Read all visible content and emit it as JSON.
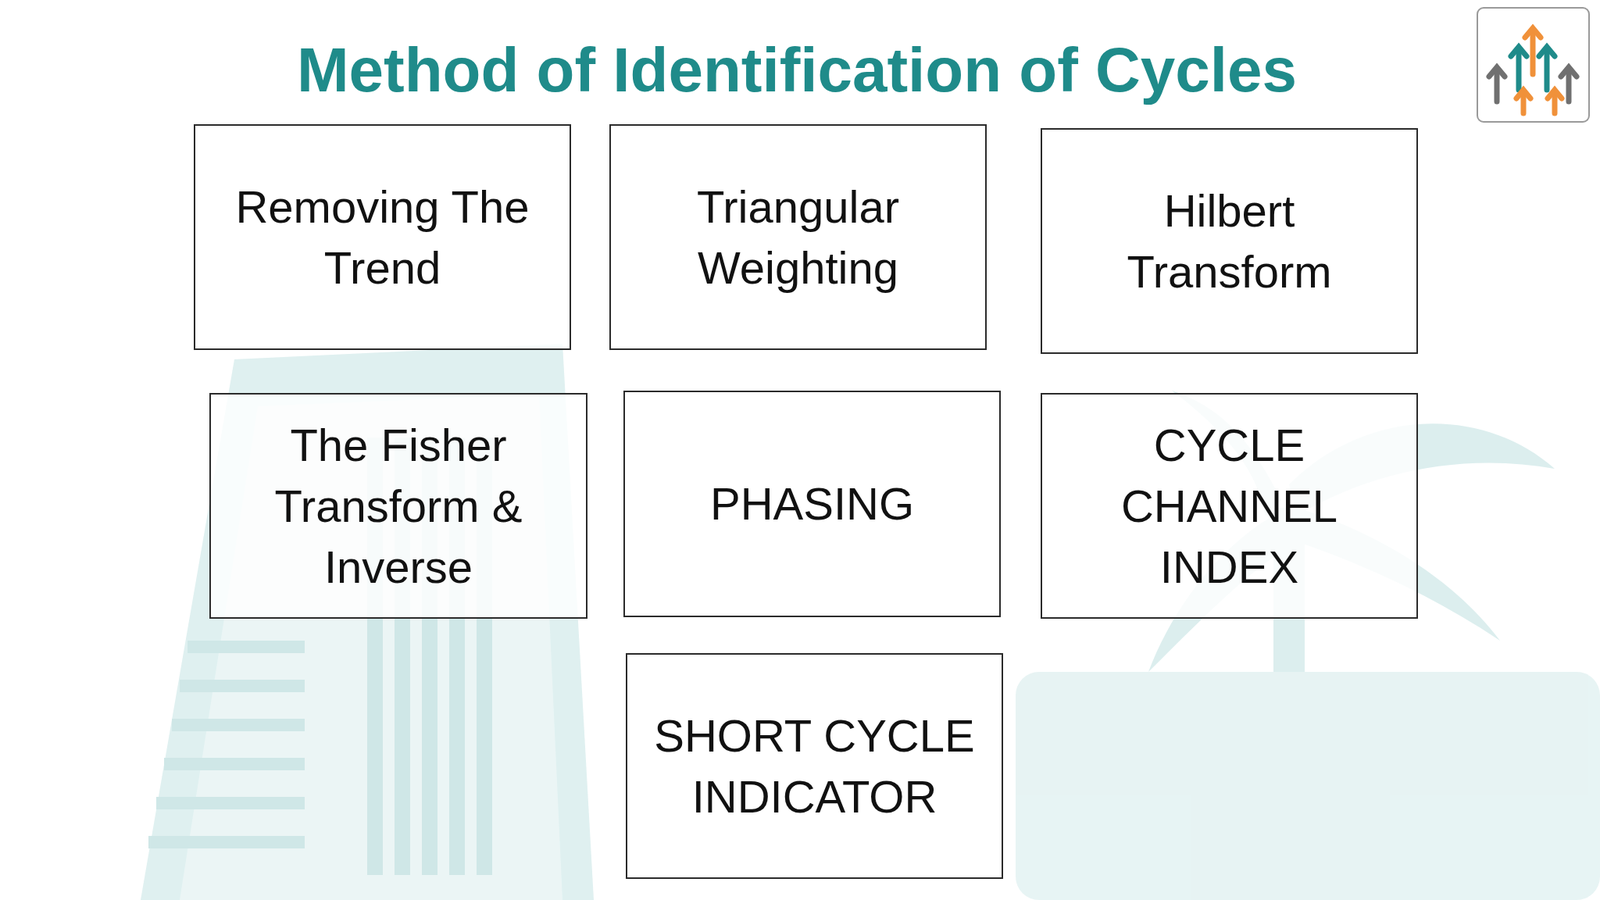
{
  "diagram": {
    "title": "Method of Identification of Cycles",
    "nodes": [
      {
        "text": [
          "Removing The Trend"
        ]
      },
      {
        "text": [
          "Triangular Weighting"
        ]
      },
      {
        "text": [
          "Hilbert Transform"
        ]
      },
      {
        "text": [
          "The Fisher Transform & Inverse"
        ]
      },
      {
        "text": [
          "PHASING"
        ]
      },
      {
        "text": [
          "CYCLE CHANNEL INDEX"
        ]
      },
      {
        "text": [
          "SHORT CYCLE INDICATOR"
        ]
      }
    ]
  }
}
